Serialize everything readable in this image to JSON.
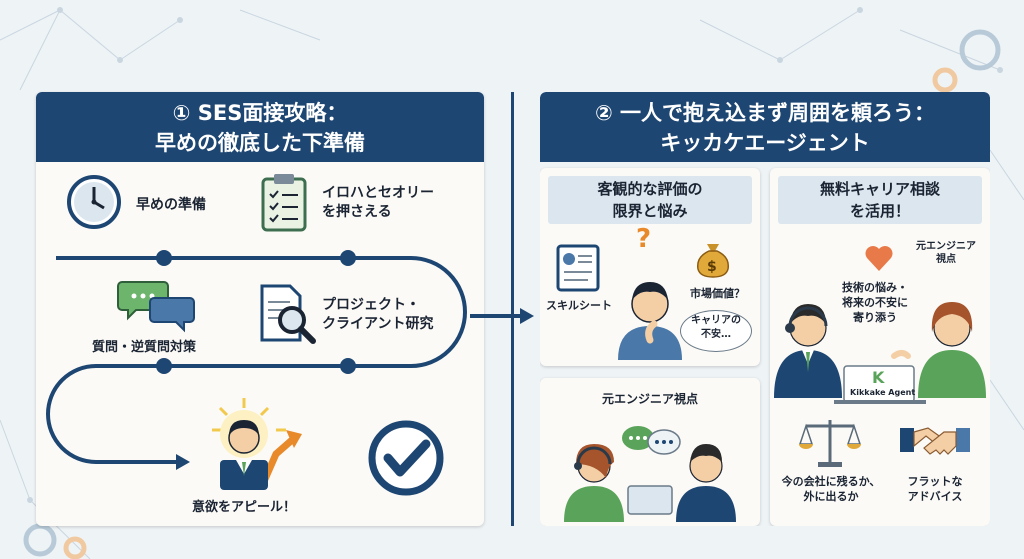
{
  "left_panel": {
    "title_line1": "① SES面接攻略：",
    "title_line2": "早めの徹底した下準備",
    "items": {
      "early_prep": "早めの準備",
      "basics_line1": "イロハとセオリー",
      "basics_line2": "を押さえる",
      "qa_prep": "質問・逆質問対策",
      "research_line1": "プロジェクト・",
      "research_line2": "クライアント研究",
      "appeal": "意欲をアピール！"
    }
  },
  "right_panel": {
    "title_line1": "② 一人で抱え込まず周囲を頼ろう：",
    "title_line2": "キッカケエージェント",
    "limits_card": {
      "title_line1": "客観的な評価の",
      "title_line2": "限界と悩み",
      "skill_sheet": "スキルシート",
      "market_value": "市場価値？",
      "career_line1": "キャリアの",
      "career_line2": "不安…",
      "question_mark": "?",
      "money_symbol": "$"
    },
    "engineer_card": {
      "title": "元エンジニア視点"
    },
    "consult_card": {
      "title_line1": "無料キャリア相談",
      "title_line2": "を活用！",
      "viewpoint_line1": "元エンジニア",
      "viewpoint_line2": "視点",
      "worry_line1": "技術の悩み・",
      "worry_line2": "将来の不安に",
      "worry_line3": "寄り添う",
      "laptop_logo": "K",
      "laptop_brand": "Kikkake Agent",
      "stay_line1": "今の会社に残るか、",
      "stay_line2": "外に出るか",
      "flat_line1": "フラットな",
      "flat_line2": "アドバイス"
    }
  },
  "colors": {
    "navy": "#1e4672",
    "light_blue": "#dbe6ef",
    "green": "#5aa35a",
    "orange": "#e8892a",
    "gold": "#e0a93a"
  }
}
